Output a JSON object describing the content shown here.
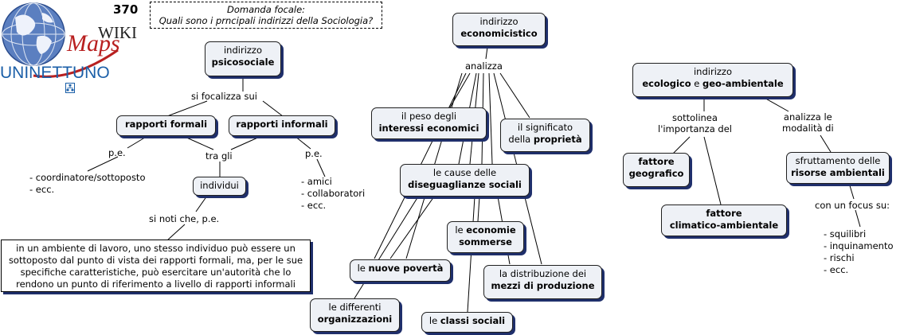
{
  "header": {
    "map_number": "370",
    "focus_question_line1": "Domanda focale:",
    "focus_question_line2": "Quali sono i prncipali indirizzi della Sociologia?",
    "logo_wiki": "WIKI",
    "logo_maps": "Maps",
    "logo_uni": "UNINETTUNO"
  },
  "left": {
    "root": {
      "line1": "indirizzo",
      "line2": "psicosociale"
    },
    "link_focalizza": "si focalizza sui",
    "formali": "rapporti formali",
    "informali": "rapporti informali",
    "pe_left": "p.e.",
    "pe_right": "p.e.",
    "tra_gli": "tra gli",
    "individui": "individui",
    "si_noti": "si noti che, p.e.",
    "list_formali": [
      "- coordinatore/sottoposto",
      "- ecc."
    ],
    "list_informali": [
      "- amici",
      "- collaboratori",
      "- ecc."
    ],
    "note": "in un ambiente di lavoro, uno stesso individuo può essere un sottoposto dal punto di vista dei rapporti formali, ma, per le sue specifiche caratteristiche, può esercitare un'autorità che lo rendono un punto di riferimento a livello di rapporti informali"
  },
  "middle": {
    "root": {
      "line1": "indirizzo",
      "line2": "economicistico"
    },
    "analizza": "analizza",
    "interessi": {
      "line1": "il peso degli",
      "line2": "interessi economici"
    },
    "proprieta": {
      "line1": "il significato",
      "line2a": "della ",
      "line2b": "proprietà"
    },
    "cause": {
      "line1": "le cause delle",
      "line2": "diseguaglianze sociali"
    },
    "economie": {
      "line1a": "le ",
      "line1b": "economie",
      "line2": "sommerse"
    },
    "nuove": {
      "a": "le ",
      "b": "nuove povertà"
    },
    "mezzi": {
      "line1": "la distribuzione dei",
      "line2": "mezzi di produzione"
    },
    "organizzazioni": {
      "line1": "le differenti",
      "line2": "organizzazioni"
    },
    "classi": {
      "a": "le ",
      "b": "classi sociali"
    }
  },
  "right": {
    "root": {
      "line1": "indirizzo",
      "line2a": "ecologico",
      "line2b": " e ",
      "line2c": "geo-ambientale"
    },
    "sottolinea": [
      "sottolinea",
      "l'importanza del"
    ],
    "analizza_le": [
      "analizza le",
      "modalità di"
    ],
    "geografico": {
      "line1": "fattore",
      "line2": "geografico"
    },
    "climatico": {
      "line1": "fattore",
      "line2": "climatico-ambientale"
    },
    "sfruttamento": {
      "line1": "sfruttamento delle",
      "line2": "risorse ambientali"
    },
    "focus_su": "con un focus su:",
    "list_focus": [
      "- squilibri",
      "- inquinamento",
      "- rischi",
      "- ecc."
    ]
  }
}
